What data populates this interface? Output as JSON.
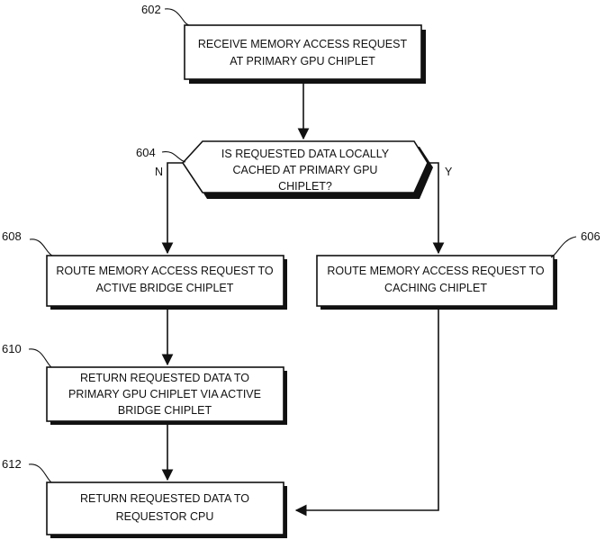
{
  "nodes": {
    "n602": {
      "ref": "602",
      "lines": [
        "RECEIVE MEMORY ACCESS REQUEST",
        "AT PRIMARY GPU CHIPLET"
      ]
    },
    "n604": {
      "ref": "604",
      "lines": [
        "IS REQUESTED DATA LOCALLY",
        "CACHED AT PRIMARY GPU",
        "CHIPLET?"
      ]
    },
    "n608": {
      "ref": "608",
      "lines": [
        "ROUTE MEMORY ACCESS REQUEST TO",
        "ACTIVE BRIDGE CHIPLET"
      ]
    },
    "n606": {
      "ref": "606",
      "lines": [
        "ROUTE MEMORY ACCESS REQUEST TO",
        "CACHING CHIPLET"
      ]
    },
    "n610": {
      "ref": "610",
      "lines": [
        "RETURN REQUESTED DATA TO",
        "PRIMARY GPU CHIPLET VIA ACTIVE",
        "BRIDGE CHIPLET"
      ]
    },
    "n612": {
      "ref": "612",
      "lines": [
        "RETURN REQUESTED DATA TO",
        "REQUESTOR CPU"
      ]
    }
  },
  "branches": {
    "no": "N",
    "yes": "Y"
  }
}
